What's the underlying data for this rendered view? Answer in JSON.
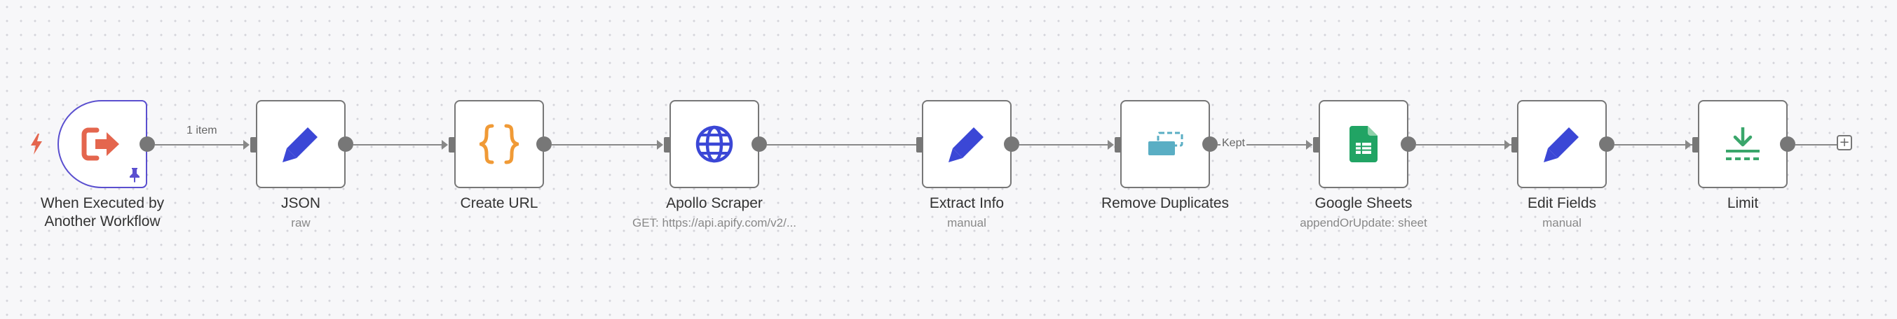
{
  "canvas": {
    "nodes": [
      {
        "id": "trigger",
        "label": "When Executed by Another Workflow",
        "subtitle": "",
        "icon": "sign-in-arrow-icon",
        "icon_color": "#e4664e"
      },
      {
        "id": "json",
        "label": "JSON",
        "subtitle": "raw",
        "icon": "pencil-icon",
        "icon_color": "#3b47d6"
      },
      {
        "id": "create_url",
        "label": "Create URL",
        "subtitle": "",
        "icon": "curly-braces-icon",
        "icon_color": "#f09a36"
      },
      {
        "id": "apollo",
        "label": "Apollo Scraper",
        "subtitle": "GET: https://api.apify.com/v2/...",
        "icon": "globe-icon",
        "icon_color": "#3b47d6"
      },
      {
        "id": "extract",
        "label": "Extract Info",
        "subtitle": "manual",
        "icon": "pencil-icon",
        "icon_color": "#3b47d6"
      },
      {
        "id": "dedupe",
        "label": "Remove Duplicates",
        "subtitle": "",
        "icon": "duplicate-rectangles-icon",
        "icon_color": "#5aaec4"
      },
      {
        "id": "sheets",
        "label": "Google Sheets",
        "subtitle": "appendOrUpdate: sheet",
        "icon": "google-sheets-icon",
        "icon_color": "#21a464"
      },
      {
        "id": "edit",
        "label": "Edit Fields",
        "subtitle": "manual",
        "icon": "pencil-icon",
        "icon_color": "#3b47d6"
      },
      {
        "id": "limit",
        "label": "Limit",
        "subtitle": "",
        "icon": "limit-download-icon",
        "icon_color": "#3aa66b"
      }
    ],
    "edge_labels": {
      "trigger_to_json": "1 item",
      "dedupe_to_sheets": "Kept"
    },
    "trigger_badge_icon": "lightning-bolt-icon",
    "pin_icon": "pin-icon",
    "add_node_icon": "plus-icon"
  }
}
